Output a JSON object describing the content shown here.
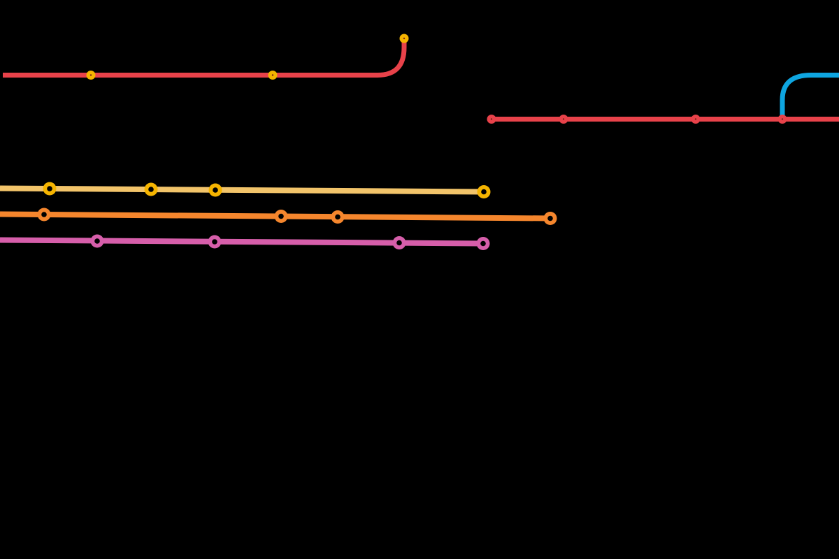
{
  "canvas": {
    "background": "#000000"
  },
  "lines": [
    {
      "id": "red-upper",
      "color": "#E8424A",
      "stroke": 7,
      "stations": 3,
      "stop_color": "#F5B400"
    },
    {
      "id": "red-right",
      "color": "#E8424A",
      "stroke": 7,
      "stations": 4,
      "stop_color": "#E8424A"
    },
    {
      "id": "blue-branch",
      "color": "#0EA5E0",
      "stroke": 7,
      "stations": 0
    },
    {
      "id": "yellow",
      "color": "#F2C46A",
      "stroke": 8,
      "stations": 4,
      "stop_color": "#F5B400"
    },
    {
      "id": "orange",
      "color": "#F5862D",
      "stroke": 8,
      "stations": 4,
      "stop_color": "#F5862D"
    },
    {
      "id": "pink",
      "color": "#D65EAA",
      "stroke": 8,
      "stations": 4,
      "stop_color": "#D65EAA"
    }
  ]
}
